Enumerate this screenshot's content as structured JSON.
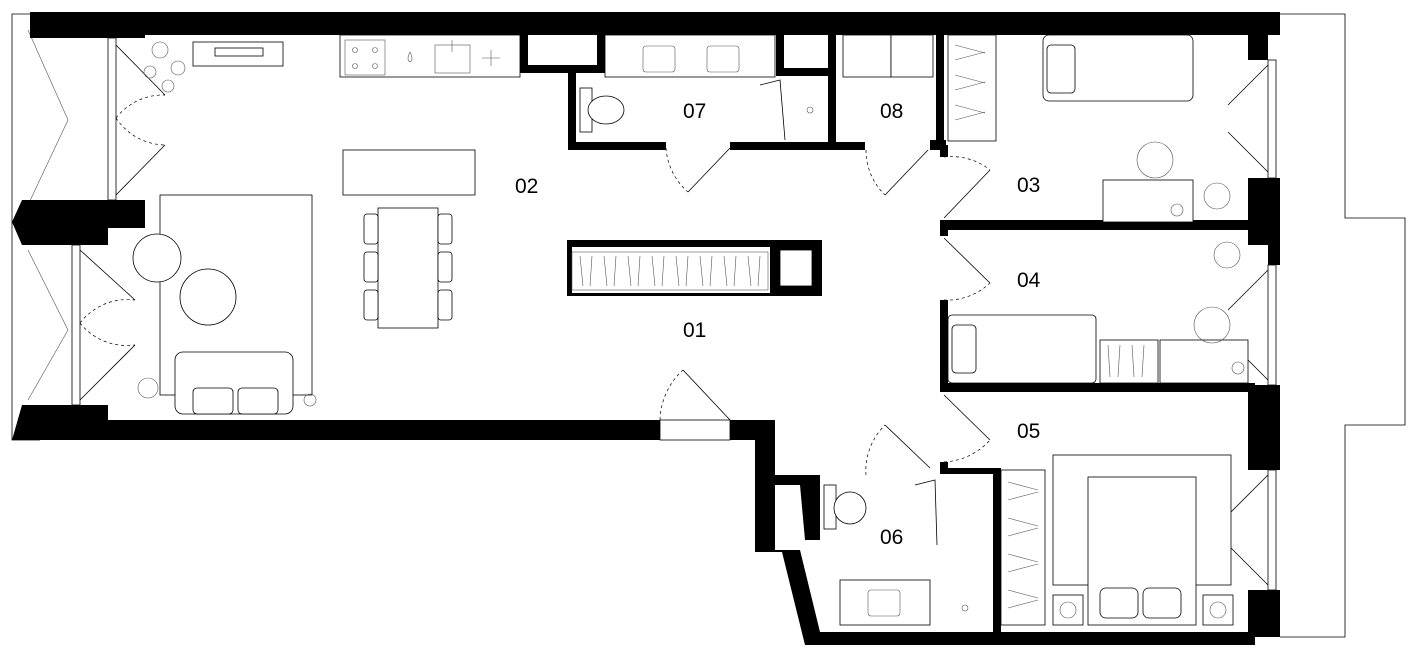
{
  "rooms": [
    {
      "id": "01"
    },
    {
      "id": "02"
    },
    {
      "id": "03"
    },
    {
      "id": "04"
    },
    {
      "id": "05"
    },
    {
      "id": "06"
    },
    {
      "id": "07"
    },
    {
      "id": "08"
    }
  ]
}
